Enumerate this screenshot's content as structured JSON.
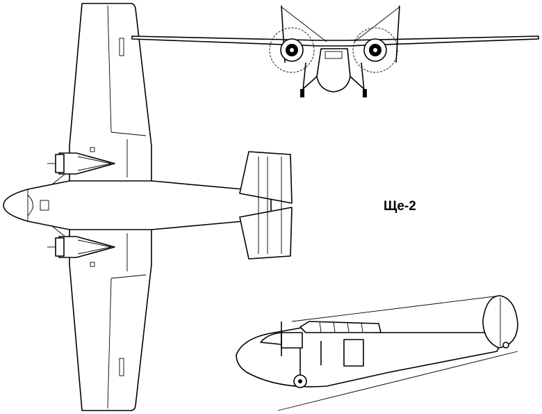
{
  "drawing": {
    "label": "Ще-2",
    "views": [
      "top-view",
      "front-view",
      "side-view"
    ],
    "line_color": "#000000",
    "background": "#ffffff"
  }
}
